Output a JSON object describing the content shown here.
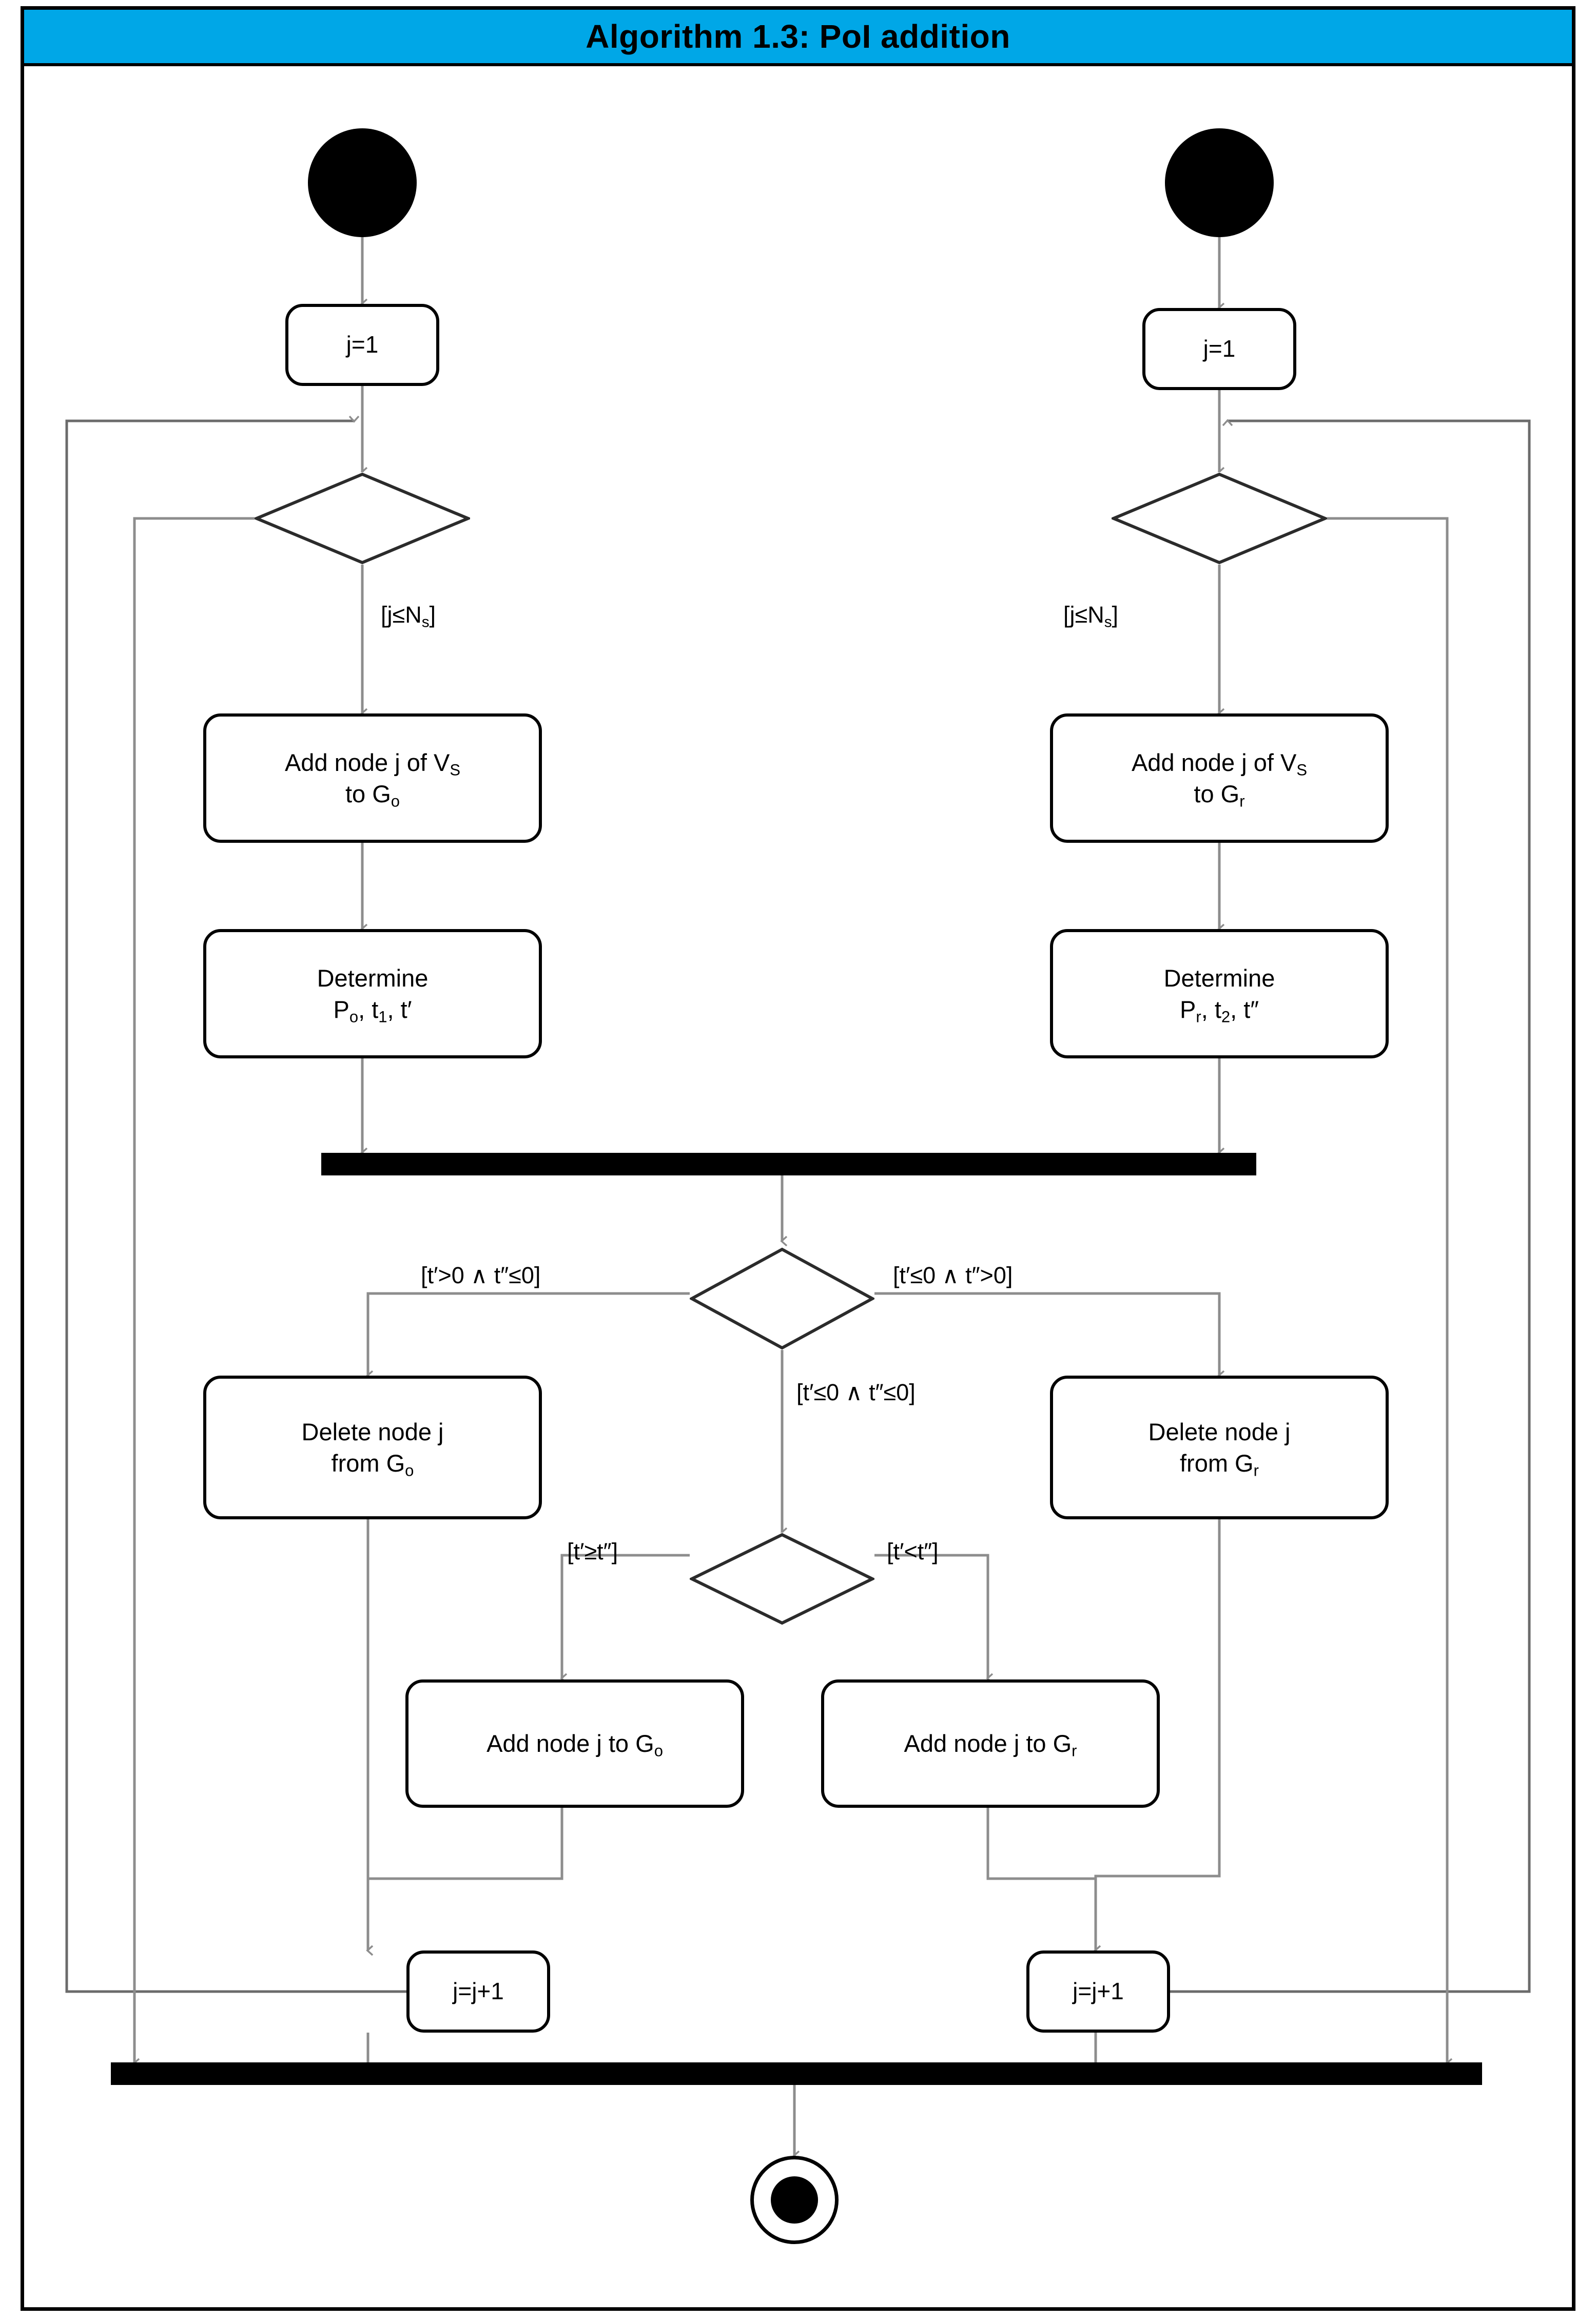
{
  "title": "Algorithm 1.3: PoI addition",
  "colors": {
    "title_bar": "#00A7E7",
    "stroke": "#000000",
    "flow_line": "#808080",
    "background": "#FFFFFF"
  },
  "diagram": {
    "type": "uml-activity-diagram",
    "branches": {
      "left": {
        "init_label": "j=1",
        "loop_guard": "[j≤N",
        "loop_guard_sub": "s",
        "loop_guard_end": "]",
        "add_node_line1": "Add node j of V",
        "add_node_sub1": "S",
        "add_node_line2": "to G",
        "add_node_sub2": "o",
        "determine_line1": "Determine",
        "determine_line2": "P",
        "determine_sub2": "o",
        "determine_line2b": ", t",
        "determine_sub2b": "1",
        "determine_line2c": ", t′",
        "delete_line1": "Delete node  j",
        "delete_line2": "from G",
        "delete_sub2": "o",
        "increment_label": "j=j+1"
      },
      "right": {
        "init_label": "j=1",
        "loop_guard": "[j≤N",
        "loop_guard_sub": "s",
        "loop_guard_end": "]",
        "add_node_line1": "Add node j of V",
        "add_node_sub1": "S",
        "add_node_line2": "to G",
        "add_node_sub2": "r",
        "determine_line1": "Determine",
        "determine_line2": "P",
        "determine_sub2": "r",
        "determine_line2b": ", t",
        "determine_sub2b": "2",
        "determine_line2c": ", t″",
        "delete_line1": "Delete node  j",
        "delete_line2": "from G",
        "delete_sub2": "r",
        "increment_label": "j=j+1"
      },
      "merge": {
        "guard_left": "[t′>0 ∧ t″≤0]",
        "guard_right": "[t′≤0 ∧ t″>0]",
        "guard_middle": "[t′≤0 ∧ t″≤0]",
        "guard_lower_left": "[t′≥t″]",
        "guard_lower_right": "[t′<t″]",
        "add_left_line": "Add node j to G",
        "add_left_sub": "o",
        "add_right_line": "Add node j to G",
        "add_right_sub": "r"
      }
    }
  }
}
